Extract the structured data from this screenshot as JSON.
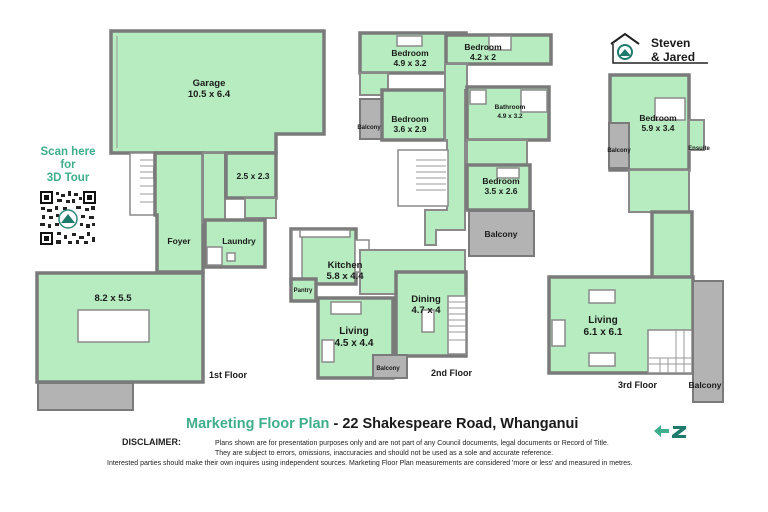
{
  "qr": {
    "caption_line1": "Scan here",
    "caption_line2": "for",
    "caption_line3": "3D Tour",
    "icon": "qr-code-icon"
  },
  "logo": {
    "line1": "Steven",
    "line2": "& Jared",
    "icon": "house-logo-icon",
    "accent": "#1e7a6a"
  },
  "floors": {
    "first": {
      "label": "1st Floor",
      "rooms": [
        {
          "name": "Garage",
          "dims": "10.5 x 6.4"
        },
        {
          "name": "",
          "dims": "2.5 x 2.3"
        },
        {
          "name": "Foyer",
          "dims": ""
        },
        {
          "name": "Laundry",
          "dims": ""
        },
        {
          "name": "",
          "dims": "8.2 x 5.5"
        }
      ]
    },
    "second": {
      "label": "2nd Floor",
      "rooms": [
        {
          "name": "Bedroom",
          "dims": "4.9 x 3.2"
        },
        {
          "name": "Bedroom",
          "dims": "4.2 x 2"
        },
        {
          "name": "Bedroom",
          "dims": "3.6 x 2.9"
        },
        {
          "name": "Bathroom",
          "dims": "4.9 x 3.2"
        },
        {
          "name": "Bedroom",
          "dims": "3.5 x 2.6"
        },
        {
          "name": "Kitchen",
          "dims": "5.8 x 4.4"
        },
        {
          "name": "Pantry",
          "dims": ""
        },
        {
          "name": "Dining",
          "dims": "4.7 x 4"
        },
        {
          "name": "Living",
          "dims": "4.5 x 4.4"
        }
      ],
      "balconies": [
        "Balcony",
        "Balcony",
        "Balcony"
      ]
    },
    "third": {
      "label": "3rd Floor",
      "rooms": [
        {
          "name": "Bedroom",
          "dims": "5.9 x 3.4"
        },
        {
          "name": "Ensuite",
          "dims": ""
        },
        {
          "name": "Living",
          "dims": "6.1 x 6.1"
        }
      ],
      "balconies": [
        "Balcony",
        "Balcony"
      ]
    }
  },
  "footer": {
    "title_prefix": "Marketing Floor Plan",
    "title_sep": " - ",
    "title_address": "22 Shakespeare Road, Whanganui",
    "north_icon": "north-arrow-icon",
    "disclaimer_label": "DISCLAIMER:",
    "disclaimer_line1": "Plans shown are for presentation purposes only and are not part of any Council documents, legal documents or Record of Title.",
    "disclaimer_line2": "They are subject to  errors, omissions, inaccuracies and should not be used as a sole and accurate reference.",
    "disclaimer_line3": "Interested parties should make their own inquires using independent sources.  Marketing Floor Plan measurements are considered 'more or less' and measured in metres."
  },
  "colors": {
    "room_fill": "#b6ecbf",
    "balcony_fill": "#b3b3b3",
    "wall": "#7a7a7a",
    "accent_green": "#3fae8c"
  }
}
